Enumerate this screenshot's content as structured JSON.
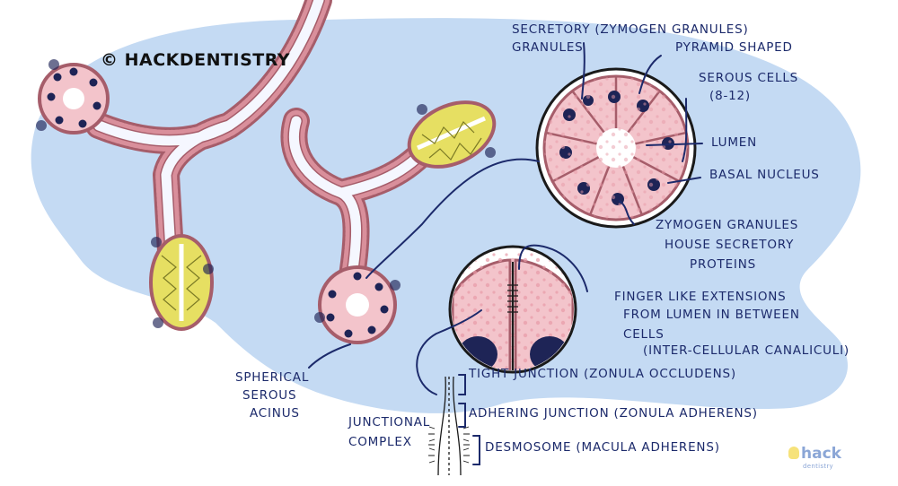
{
  "watermark": "© HACKDENTISTRY",
  "logo": {
    "word": "hack",
    "sub": "dentistry"
  },
  "labels": {
    "secretory_1": "Secretory (Zymogen Granules)",
    "secretory_2": "Granules",
    "pyramid": "Pyramid Shaped",
    "serous_1": "Serous Cells",
    "serous_2": "(8-12)",
    "lumen": "Lumen",
    "basal": "Basal Nucleus",
    "zymogen_1": "Zymogen Granules",
    "zymogen_2": "House Secretory",
    "zymogen_3": "Proteins",
    "finger_1": "Finger Like Extensions",
    "finger_2": "From Lumen In Between",
    "finger_3": "Cells",
    "finger_4": "(Inter-Cellular Canaliculi)",
    "spherical_1": "Spherical",
    "spherical_2": "Serous",
    "spherical_3": "Acinus",
    "tight": "Tight Junction (Zonula Occludens)",
    "adhering": "Adhering Junction (Zonula Adherens)",
    "junctional_1": "Junctional",
    "junctional_2": "Complex",
    "desmosome": "Desmosome (Macula Adherens)"
  },
  "colors": {
    "background_blob": "#c4daf3",
    "cell_pink": "#f3c4cb",
    "duct_wall": "#c0737e",
    "nucleus": "#1e2456",
    "mucous_yellow": "#e6df62",
    "ink": "#1c2a6b"
  }
}
